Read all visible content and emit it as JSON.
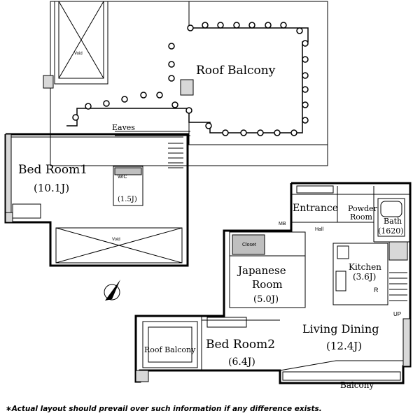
{
  "rooms": {
    "roof_balcony_top": "Roof Balcony",
    "eaves": "Eaves",
    "bedroom1_name": "Bed Room1",
    "bedroom1_size": "(10.1J)",
    "closet1_size": "(1.5J)",
    "entrance": "Entrance",
    "powder_room_a": "Powder",
    "powder_room_b": "Room",
    "bath": "Bath",
    "bath_size": "(1620)",
    "japanese_name_a": "Japanese",
    "japanese_name_b": "Room",
    "japanese_size": "(5.0J)",
    "kitchen": "Kitchen",
    "kitchen_size": "(3.6J)",
    "living_dining": "Living Dining",
    "living_dining_size": "(12.4J)",
    "roof_balcony_small": "Roof Balcony",
    "bedroom2_name": "Bed Room2",
    "bedroom2_size": "(6.4J)",
    "balcony": "Balcony"
  },
  "small_labels": {
    "void_1": "Void",
    "void_2": "Void",
    "wic": "WIC",
    "closet": "Closet",
    "mb": "MB",
    "hall": "Hall",
    "up": "UP",
    "r": "R"
  },
  "footnote": "∗Actual layout should prevail over such information if any difference exists."
}
